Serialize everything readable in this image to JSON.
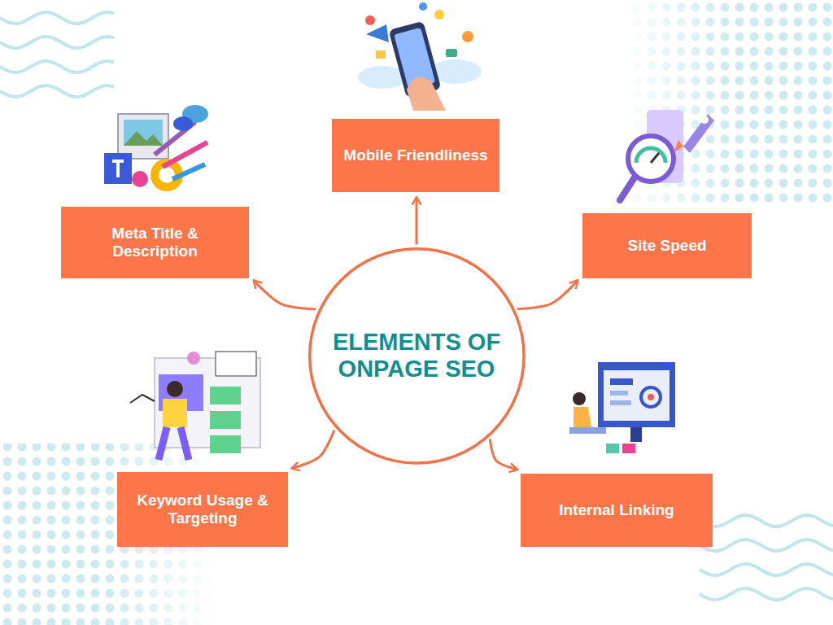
{
  "diagram": {
    "nodes": [
      {
        "text": [
          "Mobile Friendliness"
        ]
      },
      {
        "text": [
          "Meta Title & Description"
        ]
      },
      {
        "text": [
          "Site Speed"
        ]
      },
      {
        "text": [
          "ELEMENTS OF ONPAGE SEO"
        ]
      },
      {
        "text": [
          "Keyword Usage & Targeting"
        ]
      },
      {
        "text": [
          "Internal Linking"
        ]
      }
    ],
    "edges": [
      {
        "from": 3,
        "to": 0,
        "arrow": "to"
      },
      {
        "from": 3,
        "to": 1,
        "arrow": "to"
      },
      {
        "from": 3,
        "to": 2,
        "arrow": "to"
      },
      {
        "from": 3,
        "to": 4,
        "arrow": "to"
      },
      {
        "from": 3,
        "to": 5,
        "arrow": "to"
      }
    ]
  }
}
